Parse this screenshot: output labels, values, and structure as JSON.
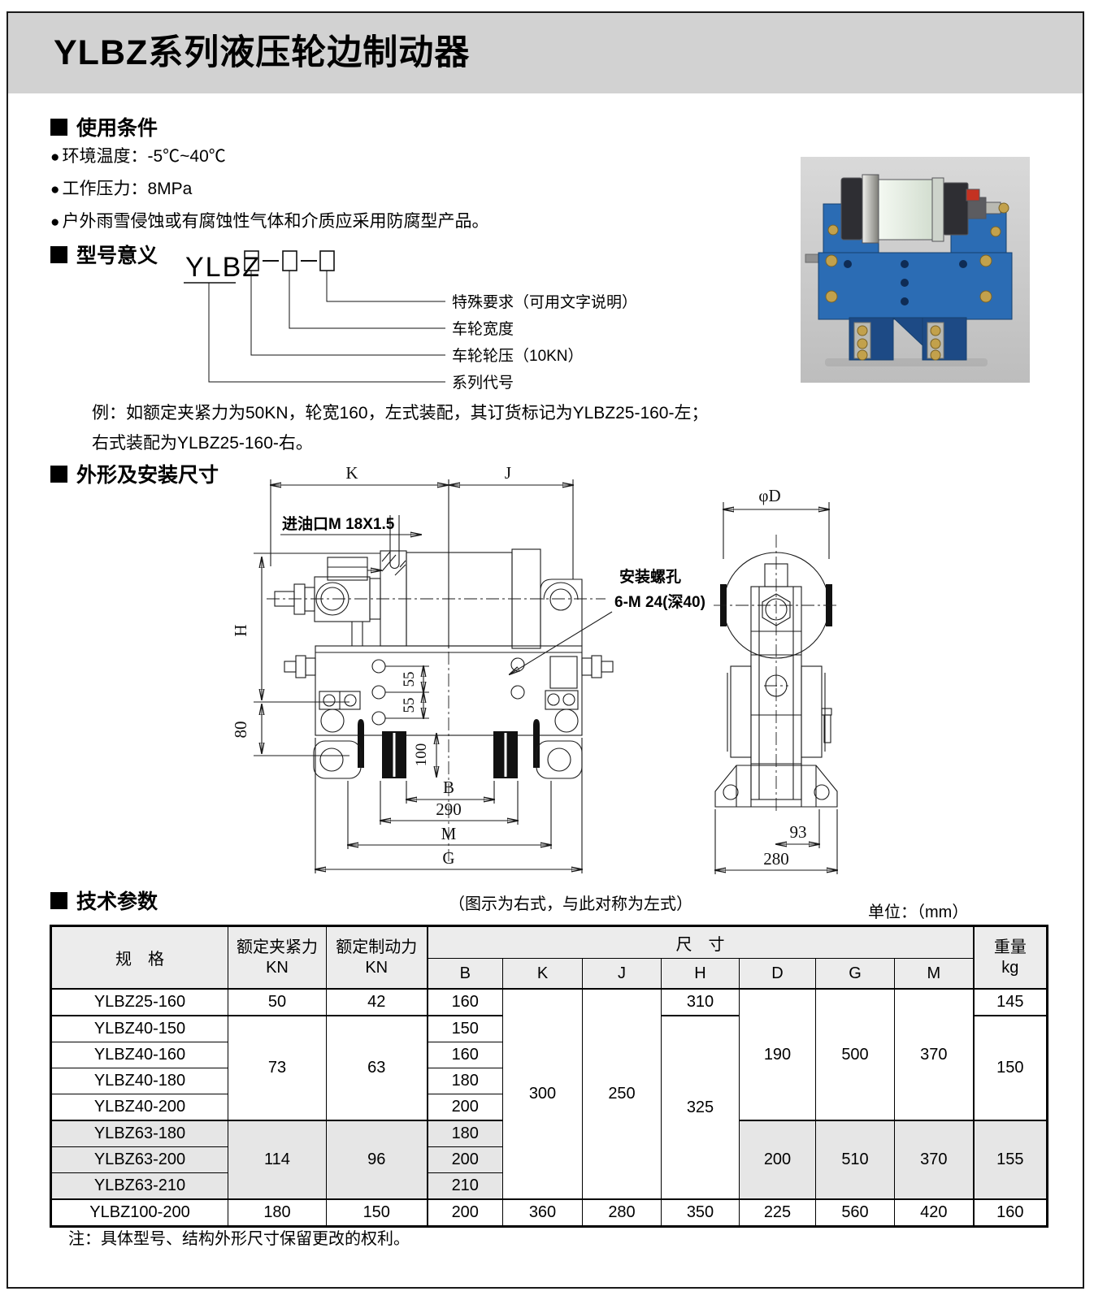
{
  "page": {
    "title": "YLBZ系列液压轮边制动器"
  },
  "usage": {
    "heading": "使用条件",
    "bullets": [
      "环境温度：-5℃~40℃",
      "工作压力：8MPa",
      "户外雨雪侵蚀或有腐蚀性气体和介质应采用防腐型产品。"
    ]
  },
  "model": {
    "heading": "型号意义",
    "code": "YLBZ",
    "labels": {
      "special": "特殊要求（可用文字说明）",
      "width": "车轮宽度",
      "pressure": "车轮轮压（10KN）",
      "series": "系列代号"
    },
    "example1": "例：如额定夹紧力为50KN，轮宽160，左式装配，其订货标记为YLBZ25-160-左；",
    "example2": "右式装配为YLBZ25-160-右。"
  },
  "outline": {
    "heading": "外形及安装尺寸",
    "caption": "（图示为右式，与此对称为左式）",
    "unit": "单位：（mm）",
    "labels": {
      "oil_inlet": "进油口M 18X1.5",
      "mount1": "安装螺孔",
      "mount2": "6-M 24(深40)",
      "K": "K",
      "J": "J",
      "H": "H",
      "B": "B",
      "M": "M",
      "G": "G",
      "phiD": "φD",
      "d55": "55",
      "d80": "80",
      "d100": "100",
      "d290": "290",
      "d93": "93",
      "d280": "280"
    }
  },
  "params": {
    "heading": "技术参数",
    "note": "注：具体型号、结构外形尺寸保留更改的权利。"
  },
  "table": {
    "header": {
      "spec": "规　格",
      "clamp": "额定夹紧力",
      "clamp_unit": "KN",
      "brake": "额定制动力",
      "brake_unit": "KN",
      "size": "尺　寸",
      "weight": "重量",
      "weight_unit": "kg",
      "dims": [
        "B",
        "K",
        "J",
        "H",
        "D",
        "G",
        "M"
      ]
    },
    "rows": [
      {
        "model": "YLBZ25-160",
        "clamp": "50",
        "brake": "42",
        "B": "160",
        "K": "300",
        "J": "250",
        "H": "310",
        "D": "190",
        "G": "500",
        "M": "370",
        "weight": "145"
      },
      {
        "model": "YLBZ40-150",
        "clamp": "73",
        "brake": "63",
        "B": "150",
        "H": "325",
        "weight": "150"
      },
      {
        "model": "YLBZ40-160",
        "B": "160"
      },
      {
        "model": "YLBZ40-180",
        "B": "180"
      },
      {
        "model": "YLBZ40-200",
        "B": "200"
      },
      {
        "model": "YLBZ63-180",
        "clamp": "114",
        "brake": "96",
        "B": "180",
        "D": "200",
        "G": "510",
        "M": "370",
        "weight": "155"
      },
      {
        "model": "YLBZ63-200",
        "B": "200"
      },
      {
        "model": "YLBZ63-210",
        "B": "210"
      },
      {
        "model": "YLBZ100-200",
        "clamp": "180",
        "brake": "150",
        "B": "200",
        "K": "360",
        "J": "280",
        "H": "350",
        "D": "225",
        "G": "560",
        "M": "420",
        "weight": "160"
      }
    ]
  },
  "photo": {
    "bg_top": "#d9d9d9",
    "bg_bottom": "#bdbdbd",
    "body_color": "#2b6cb4",
    "body_dark": "#1d4a85",
    "body_edge": "#16406e",
    "cylinder_color": "#e7efe6",
    "cap_color": "#2e2e33",
    "metal": "#c9c9c2",
    "brass": "#c2a14c",
    "red": "#c43222"
  }
}
